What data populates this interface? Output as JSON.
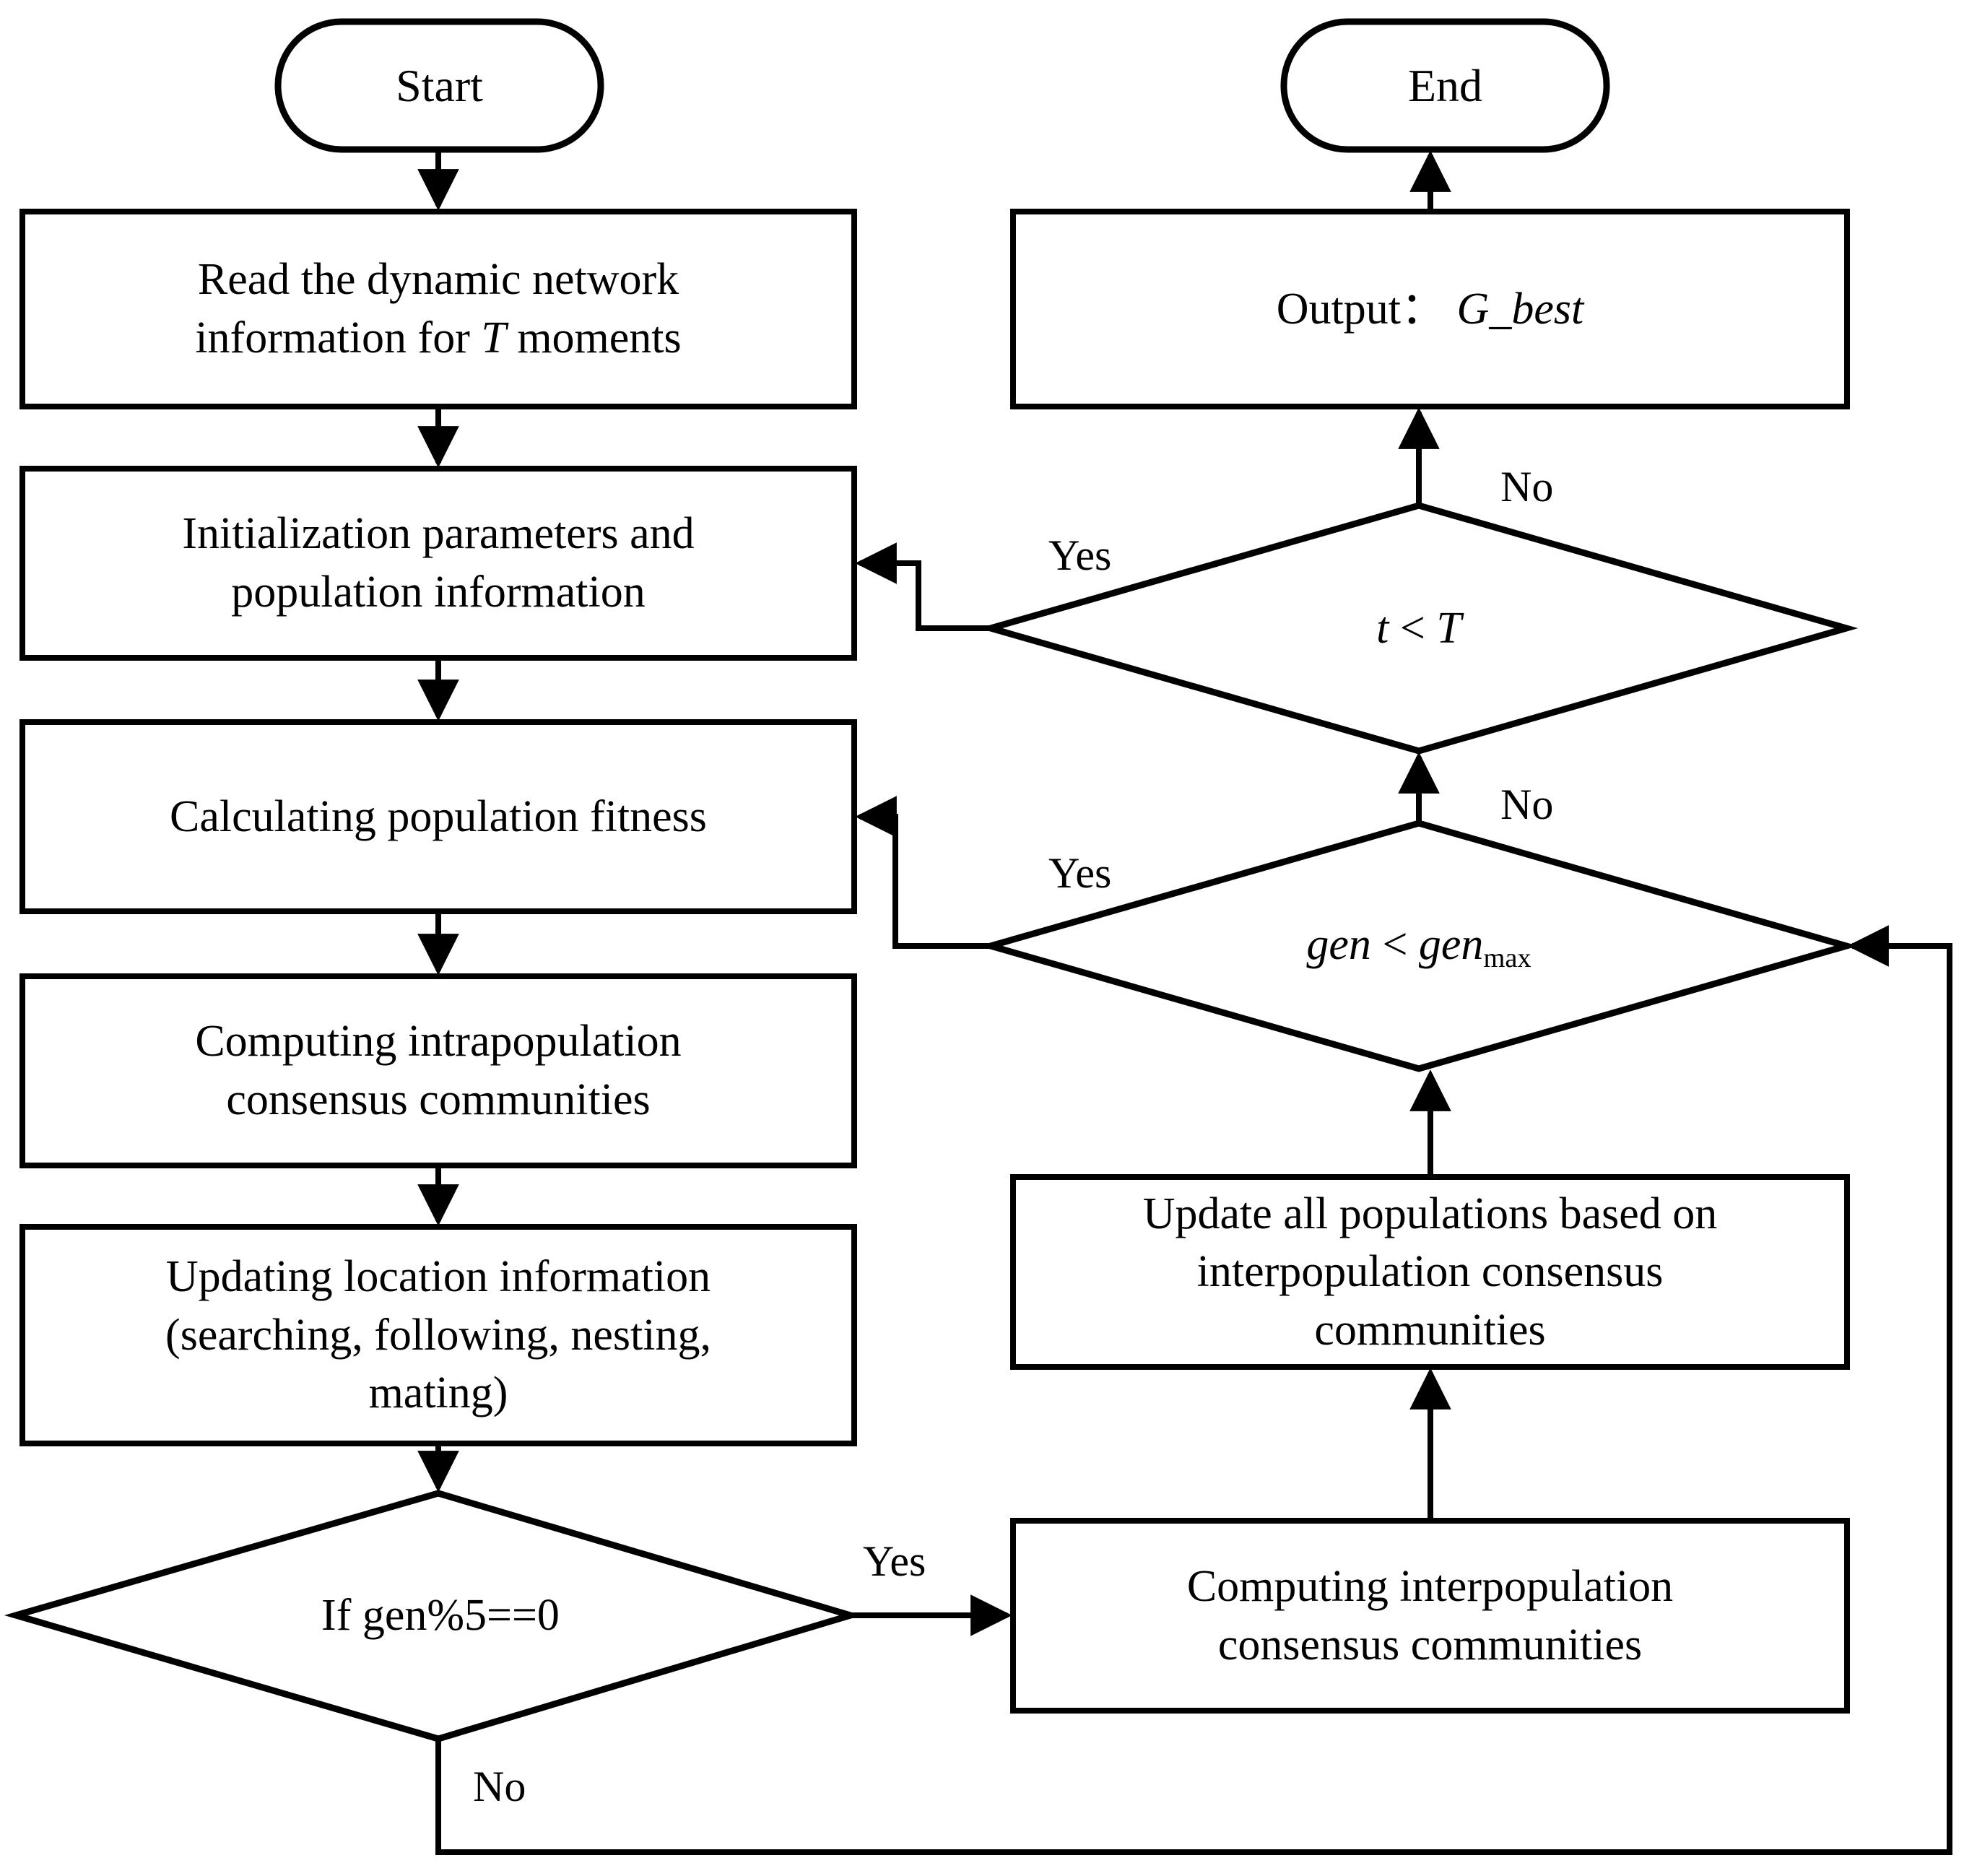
{
  "diagram": {
    "title": "Algorithm flowchart",
    "type": "flowchart",
    "stroke_color": "#000000",
    "fill_color": "#ffffff",
    "background": "#ffffff"
  },
  "nodes": {
    "start": {
      "label": "Start",
      "shape": "terminator"
    },
    "end": {
      "label": "End",
      "shape": "terminator"
    },
    "read_network": {
      "line1": "Read the dynamic network",
      "line2a": "information for ",
      "line2b": "T",
      "line2c": " moments",
      "shape": "process"
    },
    "init": {
      "line1": "Initialization parameters and",
      "line2": "population information",
      "shape": "process"
    },
    "fitness": {
      "line1": "Calculating population fitness",
      "shape": "process"
    },
    "intra": {
      "line1": "Computing intrapopulation",
      "line2": "consensus communities",
      "shape": "process"
    },
    "update_loc": {
      "line1": "Updating location information",
      "line2": "(searching, following, nesting,",
      "line3": "mating)",
      "shape": "process"
    },
    "if_gen5": {
      "label": "If gen%5==0",
      "shape": "decision"
    },
    "inter": {
      "line1": "Computing interpopulation",
      "line2": "consensus communities",
      "shape": "process"
    },
    "update_all": {
      "line1": "Update all populations based on",
      "line2": "interpopulation consensus",
      "line3": "communities",
      "shape": "process"
    },
    "gen_max": {
      "label_a": "gen",
      "label_op": " < ",
      "label_b": "gen",
      "label_sub": "max",
      "shape": "decision"
    },
    "t_lt_T": {
      "label_a": "t",
      "label_op": " < ",
      "label_b": "T",
      "shape": "decision"
    },
    "output": {
      "label_a": "Output",
      "label_colon": "：",
      "label_b": "G_best",
      "shape": "process"
    }
  },
  "edge_labels": {
    "t_yes": "Yes",
    "t_no": "No",
    "gen_yes": "Yes",
    "gen_no": "No",
    "if_yes": "Yes",
    "if_no": "No"
  },
  "edges": [
    {
      "from": "start",
      "to": "read_network",
      "label": ""
    },
    {
      "from": "read_network",
      "to": "init",
      "label": ""
    },
    {
      "from": "init",
      "to": "fitness",
      "label": ""
    },
    {
      "from": "fitness",
      "to": "intra",
      "label": ""
    },
    {
      "from": "intra",
      "to": "update_loc",
      "label": ""
    },
    {
      "from": "update_loc",
      "to": "if_gen5",
      "label": ""
    },
    {
      "from": "if_gen5",
      "to": "inter",
      "label": "Yes"
    },
    {
      "from": "if_gen5",
      "to": "gen_max",
      "label": "No"
    },
    {
      "from": "inter",
      "to": "update_all",
      "label": ""
    },
    {
      "from": "update_all",
      "to": "gen_max",
      "label": ""
    },
    {
      "from": "gen_max",
      "to": "fitness",
      "label": "Yes"
    },
    {
      "from": "gen_max",
      "to": "t_lt_T",
      "label": "No"
    },
    {
      "from": "t_lt_T",
      "to": "init",
      "label": "Yes"
    },
    {
      "from": "t_lt_T",
      "to": "output",
      "label": "No"
    },
    {
      "from": "output",
      "to": "end",
      "label": ""
    }
  ]
}
